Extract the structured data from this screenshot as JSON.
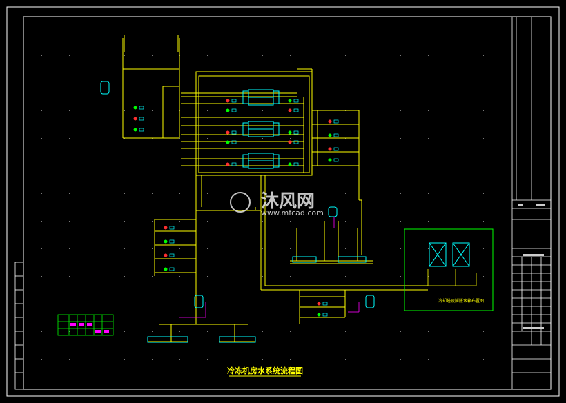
{
  "drawing": {
    "title": "冷冻机房水系统流程图",
    "inset_label": "冷却塔及膨胀水箱布置图"
  },
  "watermark": {
    "brand": "沐风网",
    "url": "www.mfcad.com"
  },
  "colors": {
    "background": "#000000",
    "border": "#ffffff",
    "pipe": "#ffff00",
    "equipment": "#00ffff",
    "accent_green": "#00ff00",
    "accent_red": "#ff3030",
    "accent_magenta": "#ff00ff",
    "grid_dots": "#7a7a7a"
  }
}
